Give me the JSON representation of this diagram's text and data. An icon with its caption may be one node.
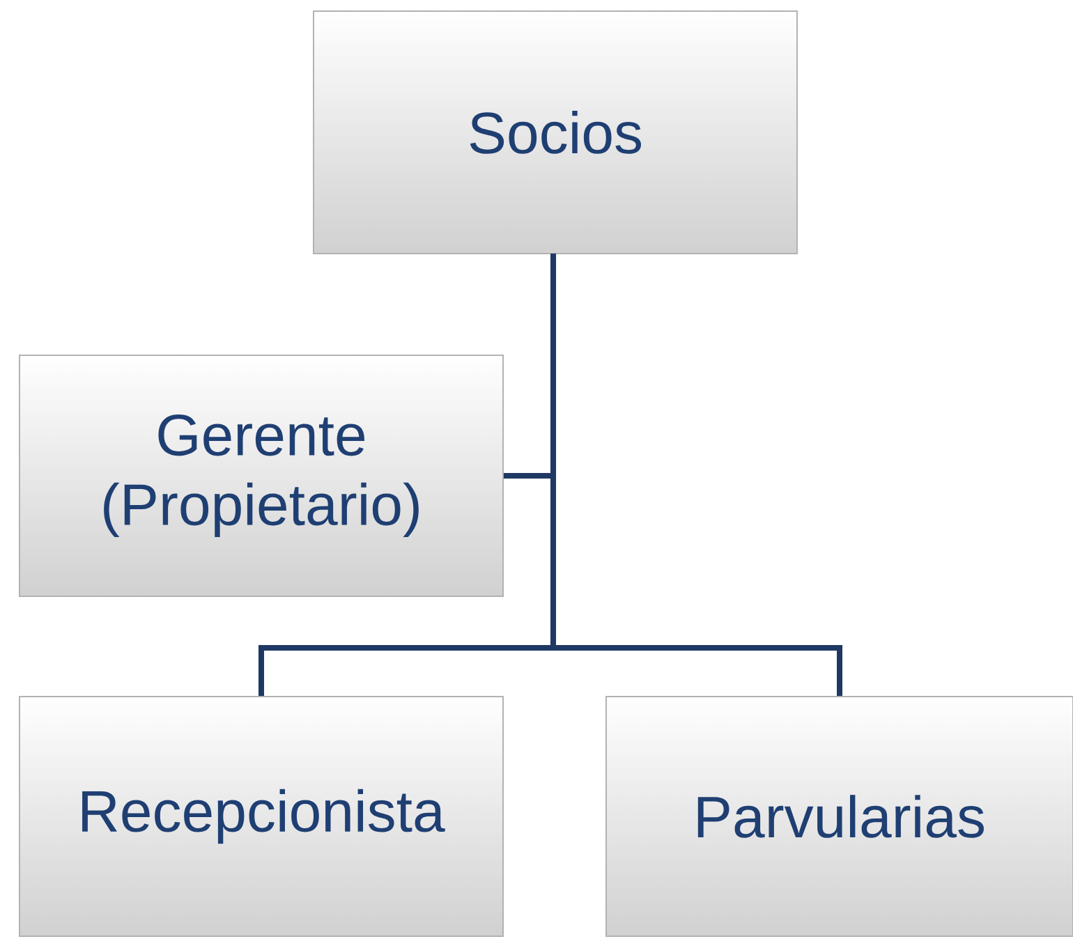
{
  "diagram": {
    "nodes": [
      {
        "text": [
          "Socios"
        ]
      },
      {
        "text": [
          "Gerente (Propietario)"
        ]
      },
      {
        "text": [
          "Recepcionista"
        ]
      },
      {
        "text": [
          "Parvularias"
        ]
      }
    ],
    "edges": [
      {
        "from": 0,
        "to": 1,
        "arrow": "none"
      },
      {
        "from": 0,
        "to": 2,
        "arrow": "none"
      },
      {
        "from": 0,
        "to": 3,
        "arrow": "none"
      }
    ]
  }
}
